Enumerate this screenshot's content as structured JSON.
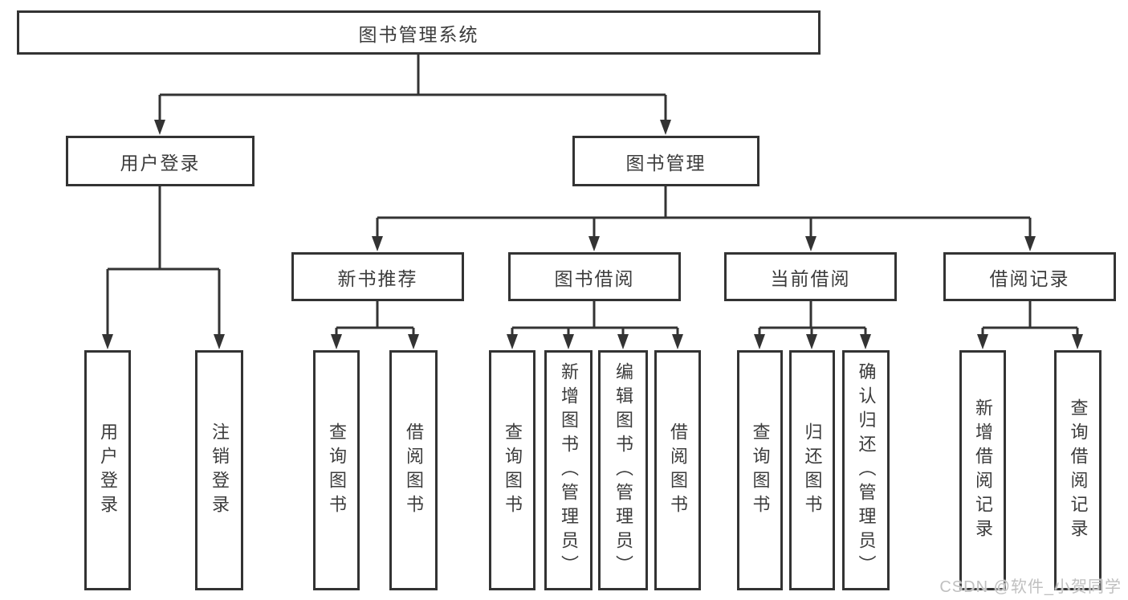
{
  "tree": {
    "label": "图书管理系统",
    "children": [
      {
        "label": "用户登录",
        "children": [
          {
            "label": "用户登录"
          },
          {
            "label": "注销登录"
          }
        ]
      },
      {
        "label": "图书管理",
        "children": [
          {
            "label": "新书推荐",
            "children": [
              {
                "label": "查询图书"
              },
              {
                "label": "借阅图书"
              }
            ]
          },
          {
            "label": "图书借阅",
            "children": [
              {
                "label": "查询图书"
              },
              {
                "label": "新增图书（管理员）"
              },
              {
                "label": "编辑图书（管理员）"
              },
              {
                "label": "借阅图书"
              }
            ]
          },
          {
            "label": "当前借阅",
            "children": [
              {
                "label": "查询图书"
              },
              {
                "label": "归还图书"
              },
              {
                "label": "确认归还（管理员）"
              }
            ]
          },
          {
            "label": "借阅记录",
            "children": [
              {
                "label": "新增借阅记录"
              },
              {
                "label": "查询借阅记录"
              }
            ]
          }
        ]
      }
    ]
  },
  "watermark": {
    "text": "CSDN @软件_小贺同学"
  },
  "colors": {
    "line": "#333333",
    "text": "#3c3c3c",
    "box_background": "#ffffff",
    "watermark": "#c0c0c0"
  }
}
